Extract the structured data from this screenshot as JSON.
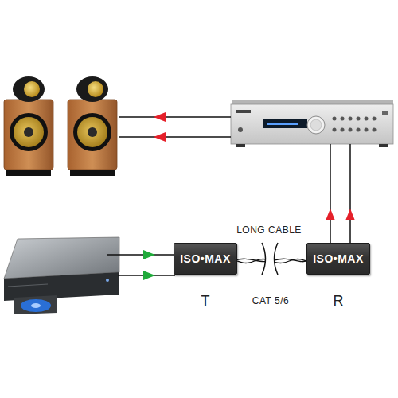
{
  "diagram": {
    "nodes": [
      {
        "text": [
          "ISO•MAX",
          "T"
        ]
      },
      {
        "text": [
          "ISO•MAX",
          "R"
        ]
      }
    ],
    "edges": [
      {
        "from": 0,
        "to": 1,
        "arrow": "none"
      }
    ],
    "labels": [
      "LONG CABLE",
      "CAT 5/6"
    ]
  }
}
